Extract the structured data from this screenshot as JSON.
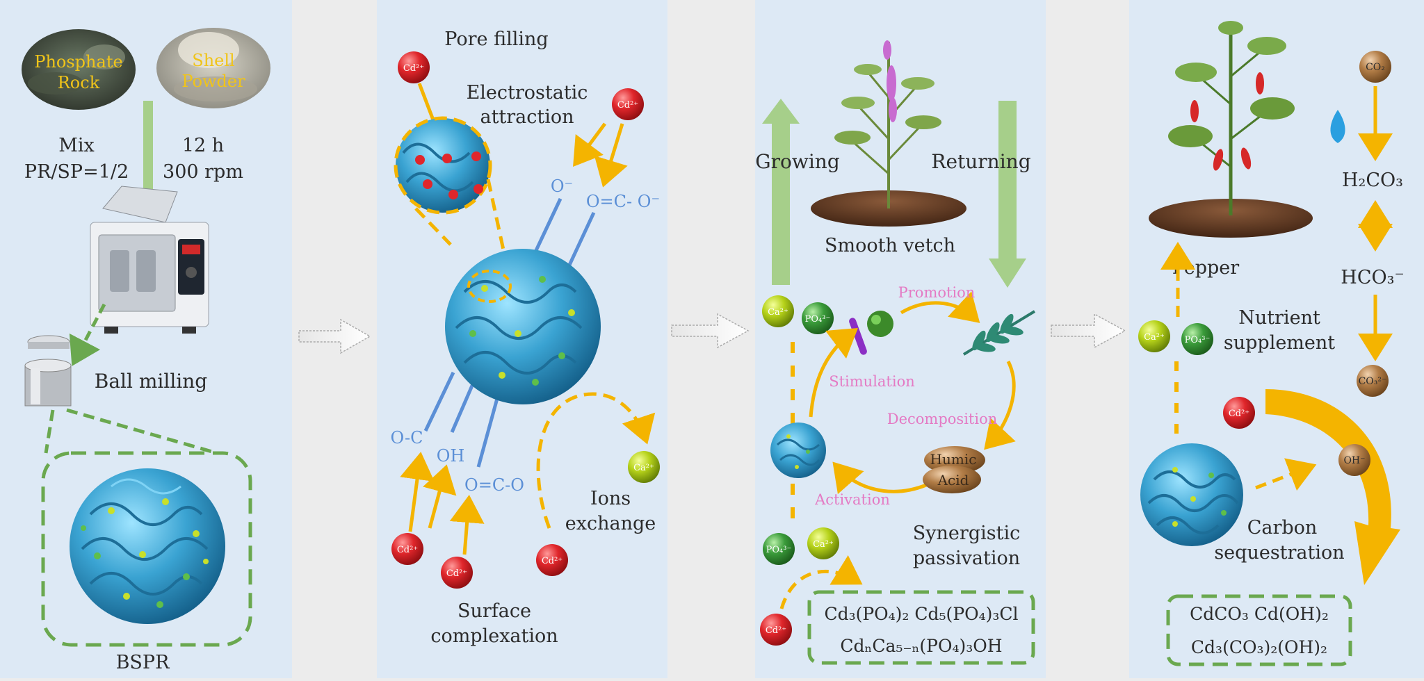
{
  "panel1": {
    "phosphate_rock": [
      "Phosphate",
      "Rock"
    ],
    "shell_powder": [
      "Shell",
      "Powder"
    ],
    "mix": "Mix",
    "ratio": "PR/SP=1/2",
    "time": "12 h",
    "speed": "300 rpm",
    "ball_milling": "Ball milling",
    "bspr": "BSPR"
  },
  "panel2": {
    "pore_filling": "Pore filling",
    "electrostatic": [
      "Electrostatic",
      "attraction"
    ],
    "o_minus": "O⁻",
    "oco_minus": "O=C- O⁻",
    "oc": "O-C",
    "oh": "OH",
    "oco": "O=C-O",
    "ions_exchange": [
      "Ions",
      "exchange"
    ],
    "surface_complexation": [
      "Surface",
      "complexation"
    ]
  },
  "panel3": {
    "growing": "Growing",
    "returning": "Returning",
    "smooth_vetch": "Smooth vetch",
    "promotion": "Promotion",
    "stimulation": "Stimulation",
    "decomposition": "Decomposition",
    "activation": "Activation",
    "humic_acid": [
      "Humic",
      "Acid"
    ],
    "synergistic_passivation": [
      "Synergistic",
      "passivation"
    ],
    "product_line1": "Cd₃(PO₄)₂  Cd₅(PO₄)₃Cl",
    "product_line2": "CdₙCa₅₋ₙ(PO₄)₃OH"
  },
  "panel4": {
    "pepper": "Pepper",
    "nutrient_supplement": [
      "Nutrient",
      "supplement"
    ],
    "carbon_sequestration": [
      "Carbon",
      "sequestration"
    ],
    "co2": "CO₂",
    "h2co3": "H₂CO₃",
    "hco3": "HCO₃⁻",
    "co3": "CO₃²⁻",
    "oh_minus": "OH⁻",
    "product_line1": "CdCO₃  Cd(OH)₂",
    "product_line2": "Cd₃(CO₃)₂(OH)₂"
  },
  "ions": {
    "cd": "Cd²⁺",
    "ca": "Ca²⁺",
    "po4": "PO₄³⁻"
  },
  "colors": {
    "panel_bg": "#dde9f5",
    "gap_bg": "#ececec",
    "text": "#2b2b2b",
    "arrow_orange": "#f4b400",
    "arrow_green": "#a6cf8a",
    "dashed_green": "#6aa84f",
    "label_pink": "#e47ac4",
    "group_blue": "#5b8fd6",
    "sphere_blue": "#3a9bc8",
    "cd_red": "#e0262b",
    "ca_yellowgreen": "#b6d21a",
    "po4_green": "#3a9b3a",
    "brown": "#9b6a3c"
  }
}
